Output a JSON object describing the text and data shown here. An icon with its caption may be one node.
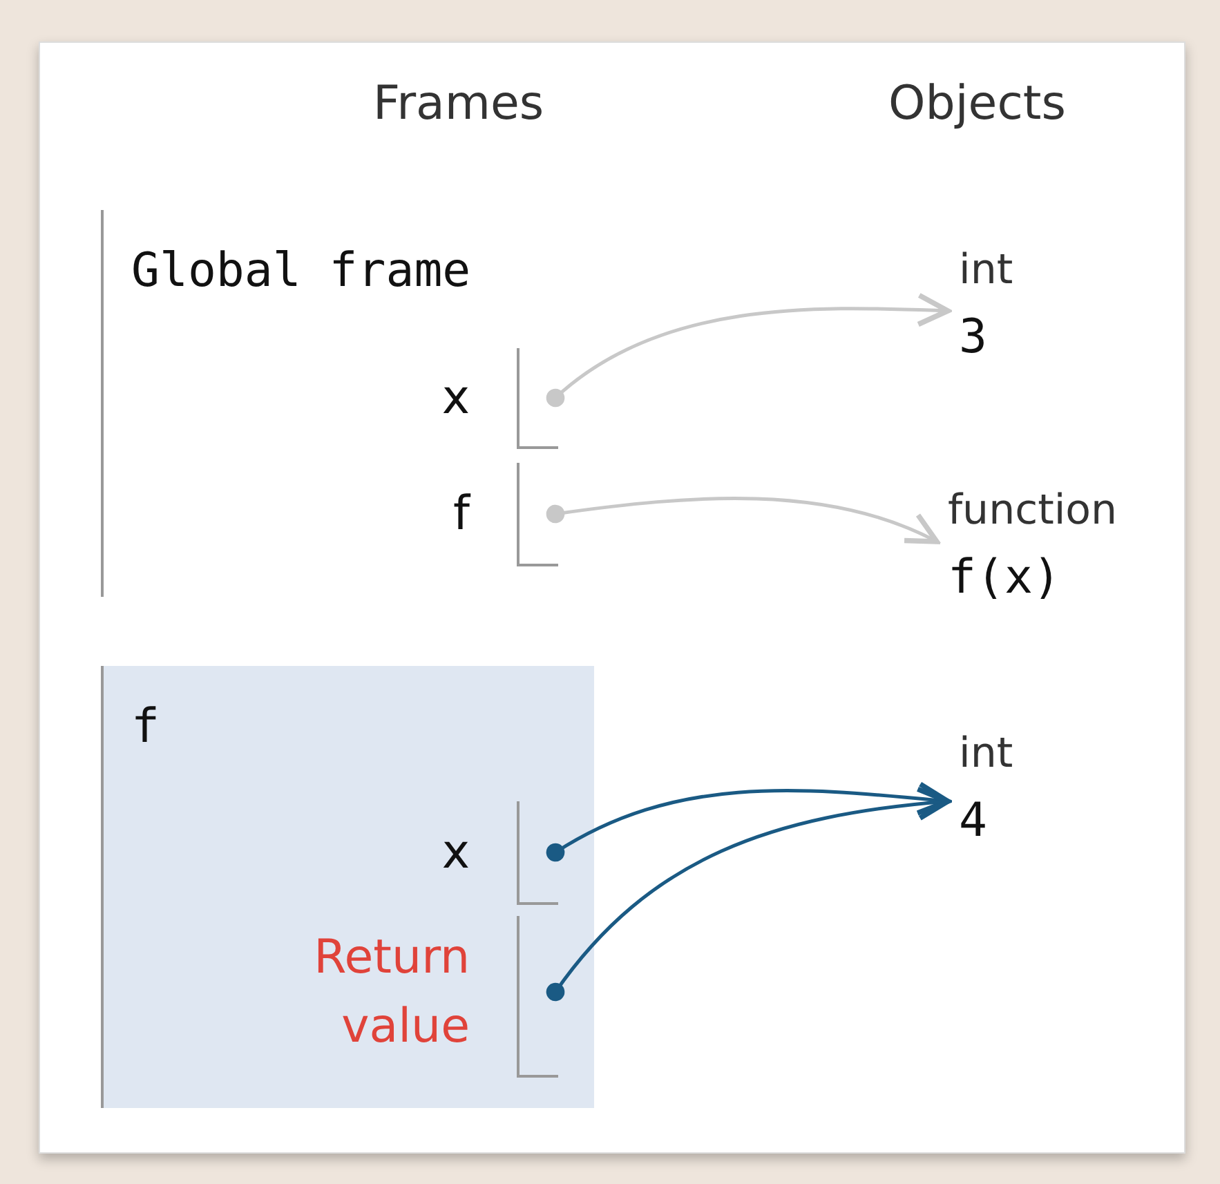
{
  "diagram": {
    "nodes": [
      {
        "text": [
          "Global frame"
        ]
      },
      {
        "text": [
          "x"
        ],
        "in": 0
      },
      {
        "text": [
          "f"
        ],
        "in": 0
      },
      {
        "text": [
          "int",
          "3"
        ]
      },
      {
        "text": [
          "function",
          "f(x)"
        ]
      },
      {
        "text": [
          "f"
        ]
      },
      {
        "text": [
          "x"
        ],
        "in": 5
      },
      {
        "text": [
          "Return value"
        ],
        "in": 5
      },
      {
        "text": [
          "int",
          "4"
        ]
      }
    ],
    "edges": [
      {
        "from": 1,
        "to": 3,
        "arrow": "to",
        "color": "#c8c8c8"
      },
      {
        "from": 2,
        "to": 4,
        "arrow": "to",
        "color": "#c8c8c8"
      },
      {
        "from": 6,
        "to": 8,
        "arrow": "to",
        "color": "#1a5a84"
      },
      {
        "from": 7,
        "to": 8,
        "arrow": "to",
        "color": "#1a5a84"
      }
    ],
    "labels": [
      "Frames",
      "Objects"
    ]
  }
}
